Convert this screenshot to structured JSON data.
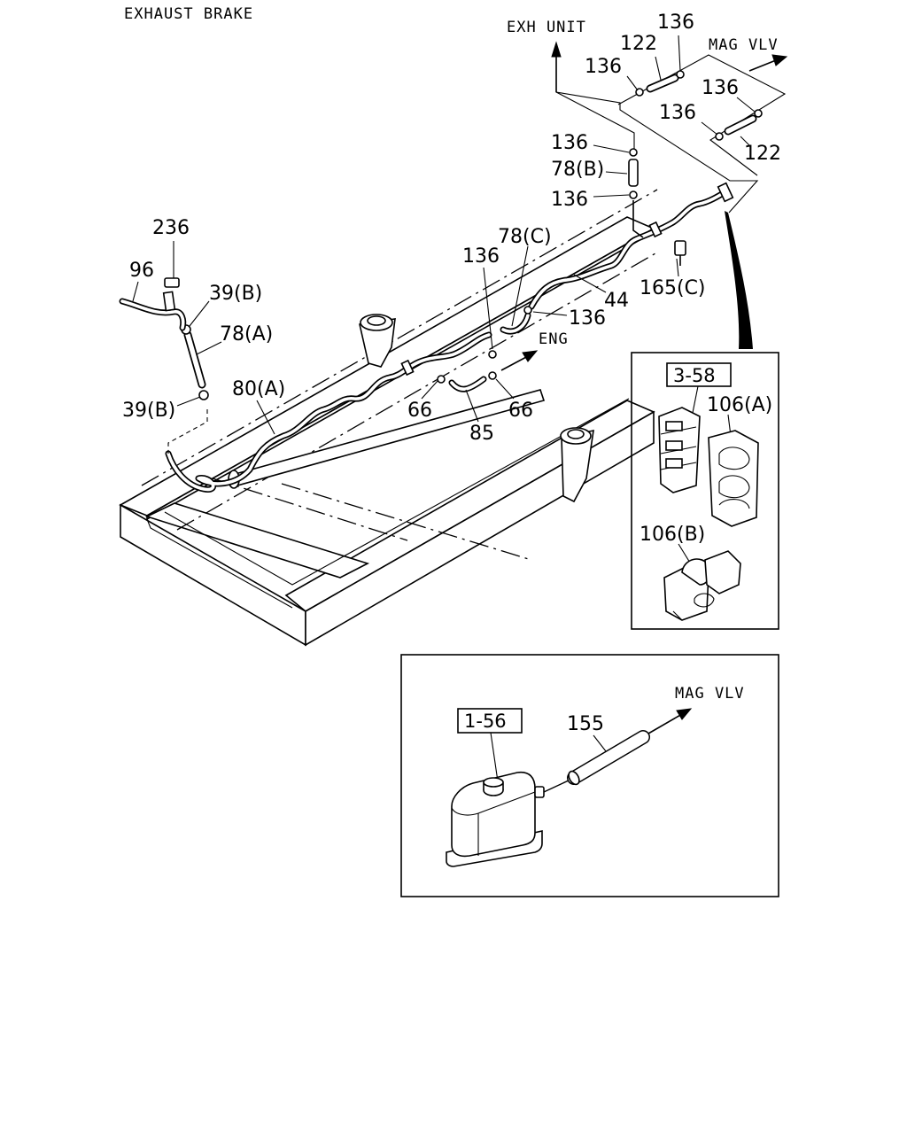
{
  "title": "EXHAUST BRAKE",
  "directions": {
    "exh_unit": "EXH UNIT",
    "mag_vlv_top": "MAG VLV",
    "eng": "ENG",
    "mag_vlv_bottom": "MAG VLV"
  },
  "callouts": {
    "p136_a": "136",
    "p122_a": "122",
    "p136_b": "136",
    "p136_c": "136",
    "p136_d": "136",
    "p122_b": "122",
    "p136_e": "136",
    "p78b": "78(B)",
    "p136_f": "136",
    "p78c": "78(C)",
    "p136_g": "136",
    "p165c": "165(C)",
    "p44": "44",
    "p136_h": "136",
    "p236": "236",
    "p96": "96",
    "p39b_top": "39(B)",
    "p78a": "78(A)",
    "p80a": "80(A)",
    "p39b_bottom": "39(B)",
    "p66_left": "66",
    "p66_right": "66",
    "p85": "85"
  },
  "inset_clips": {
    "ref_box": "3-58",
    "p106a": "106(A)",
    "p106b": "106(B)"
  },
  "inset_valve": {
    "ref_box": "1-56",
    "p155": "155"
  }
}
